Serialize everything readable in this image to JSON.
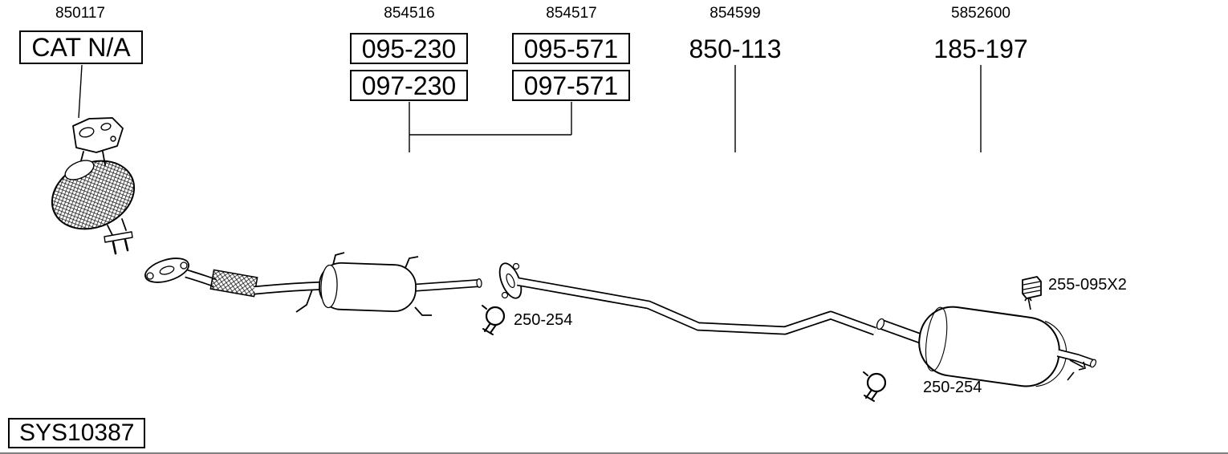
{
  "colors": {
    "background": "#ffffff",
    "ink": "#000000"
  },
  "columns": [
    {
      "ref": "850117",
      "parts": [
        "CAT N/A"
      ],
      "boxed": true
    },
    {
      "ref": "854516",
      "parts": [
        "095-230",
        "097-230"
      ],
      "boxed": true
    },
    {
      "ref": "854517",
      "parts": [
        "095-571",
        "097-571"
      ],
      "boxed": true
    },
    {
      "ref": "854599",
      "parts": [
        "850-113"
      ],
      "boxed": false
    },
    {
      "ref": "5852600",
      "parts": [
        "185-197"
      ],
      "boxed": false
    }
  ],
  "callouts": [
    {
      "label": "250-254",
      "icon": "clamp-icon"
    },
    {
      "label": "255-095X2",
      "icon": "hanger-icon"
    },
    {
      "label": "250-254",
      "icon": "clamp-icon"
    }
  ],
  "system_code": "SYS10387"
}
